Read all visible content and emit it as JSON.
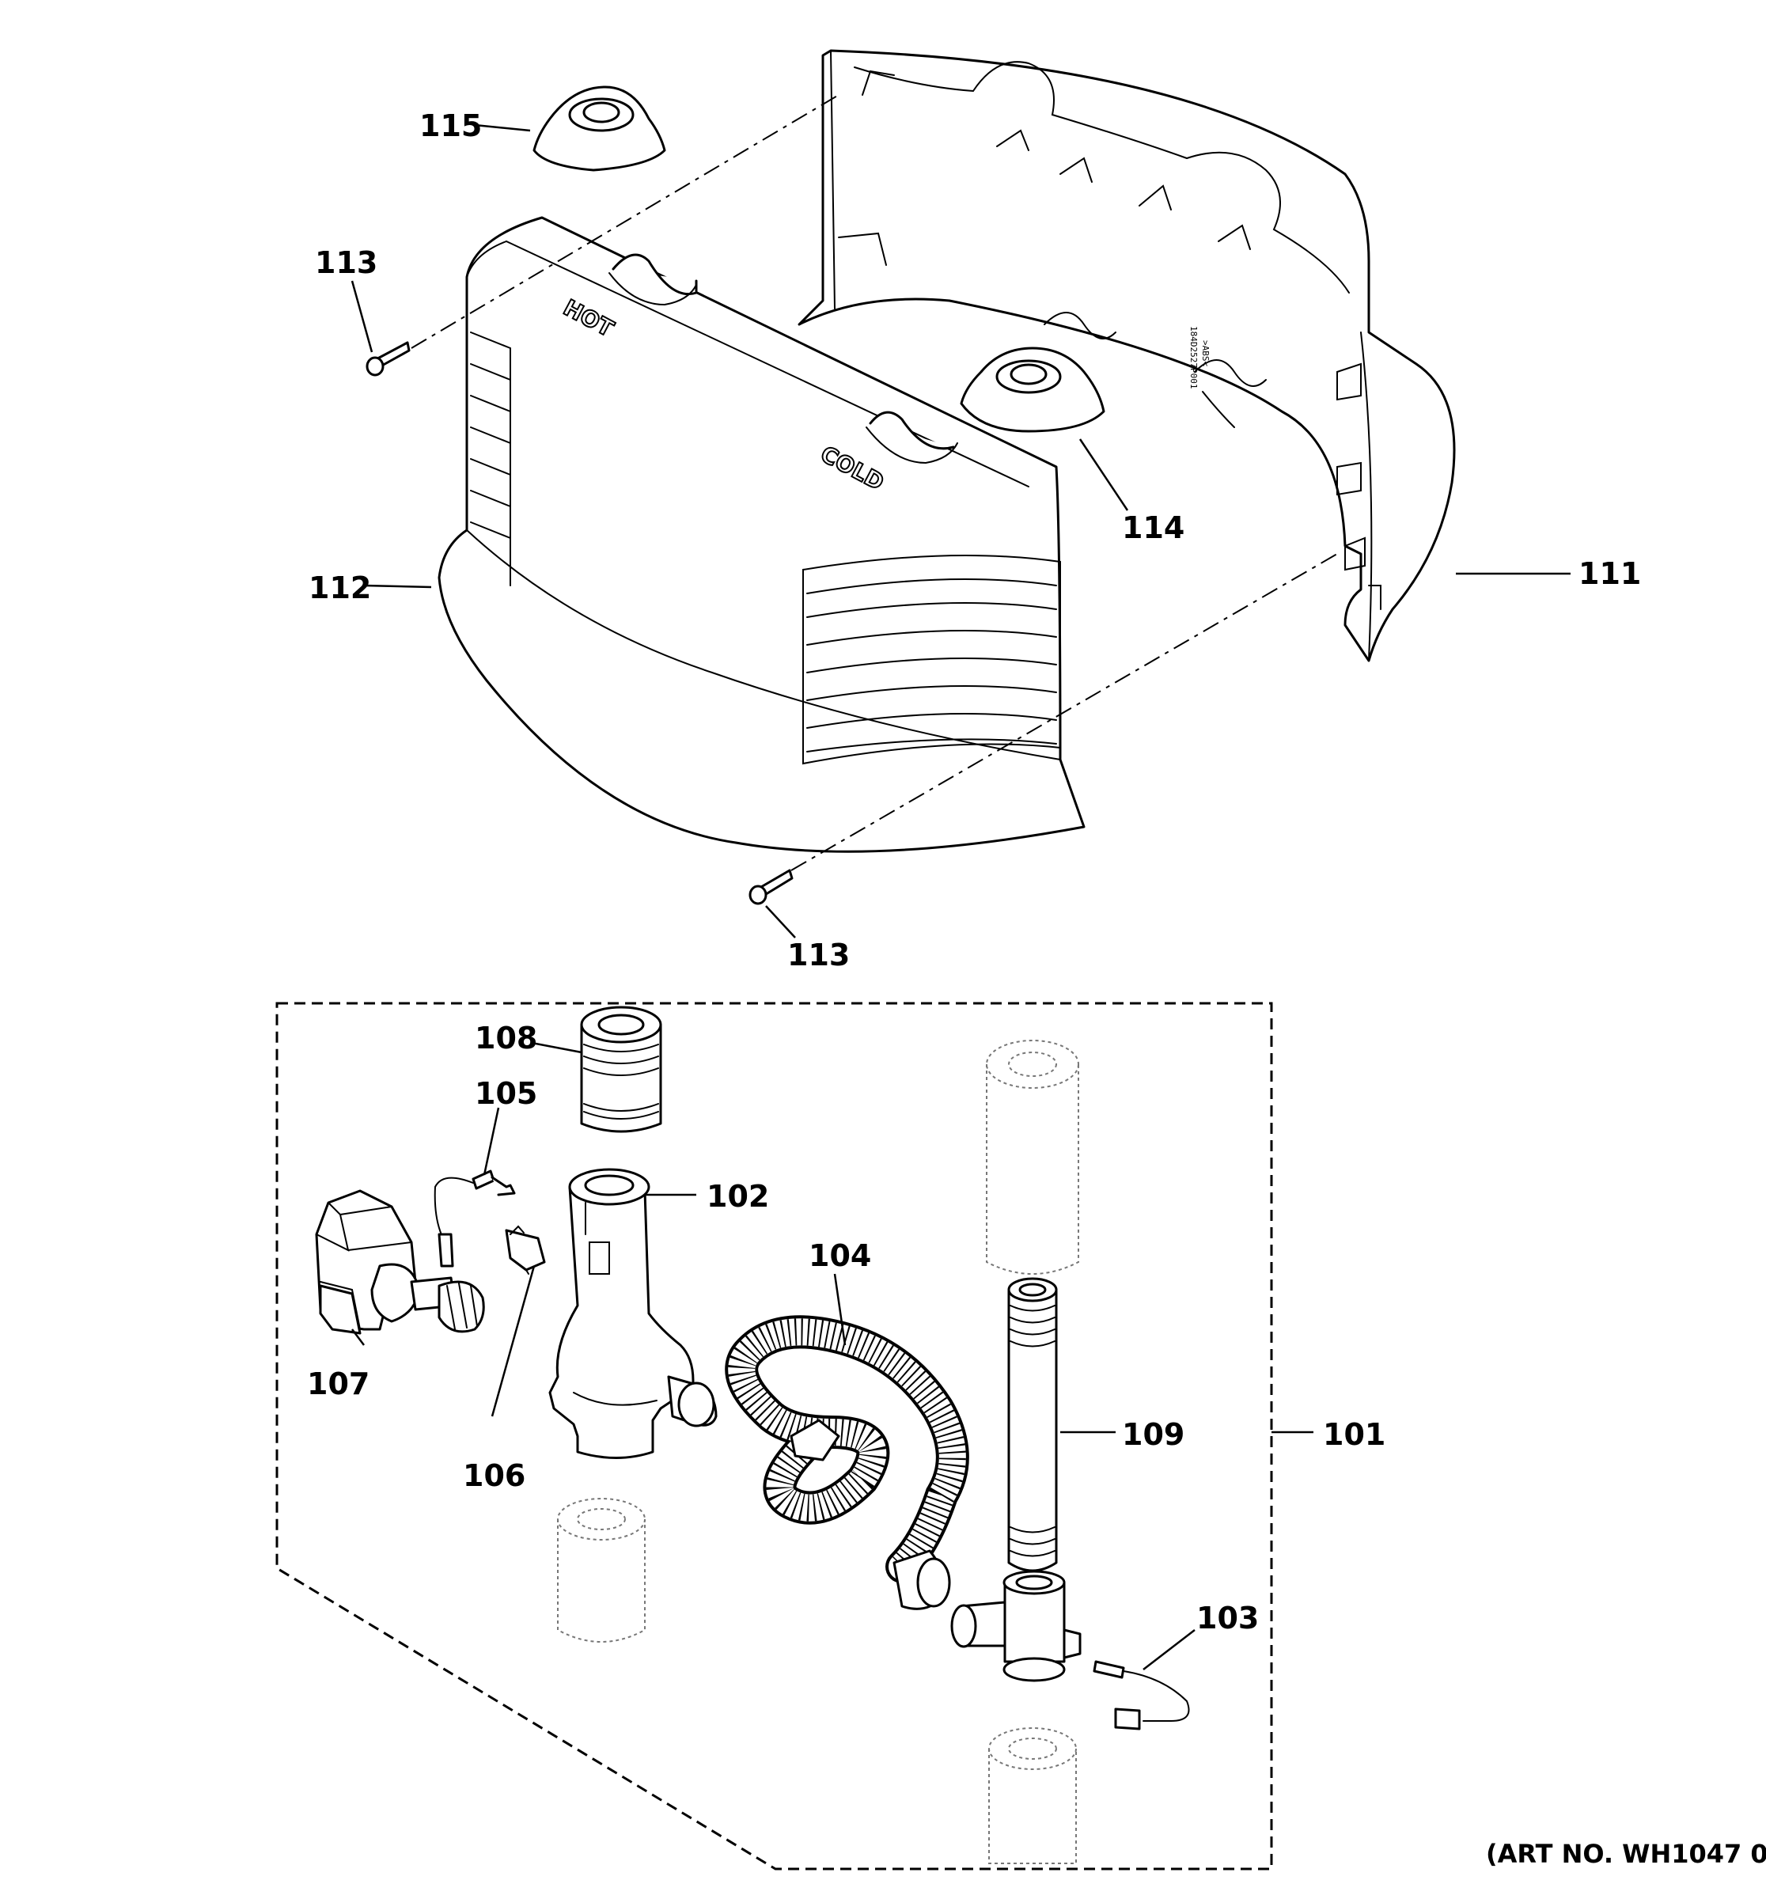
{
  "embossed": {
    "hot": "HOT",
    "cold": "COLD",
    "part_code": "184D2527P001",
    "material": ">ABS<"
  },
  "labels": {
    "p101": "101",
    "p102": "102",
    "p103": "103",
    "p104": "104",
    "p105": "105",
    "p106": "106",
    "p107": "107",
    "p108": "108",
    "p109": "109",
    "p111": "111",
    "p112": "112",
    "p113_top": "113",
    "p113_bottom": "113",
    "p114": "114",
    "p115": "115"
  },
  "art_number": "(ART NO. WH1047 0"
}
